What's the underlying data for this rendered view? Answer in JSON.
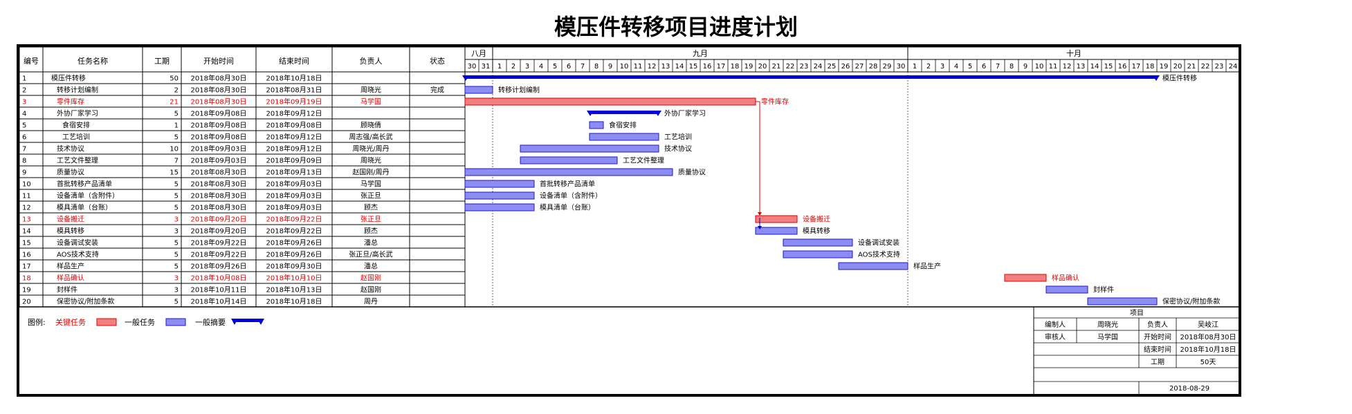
{
  "title": "模压件转移项目进度计划",
  "columns": [
    "编号",
    "任务名称",
    "工期",
    "开始时间",
    "结束时间",
    "负责人",
    "状态"
  ],
  "months": [
    {
      "label": "八月",
      "days": [
        "30",
        "31"
      ]
    },
    {
      "label": "九月",
      "days": [
        "1",
        "2",
        "3",
        "4",
        "5",
        "6",
        "7",
        "8",
        "9",
        "10",
        "11",
        "12",
        "13",
        "14",
        "15",
        "16",
        "17",
        "18",
        "19",
        "20",
        "21",
        "22",
        "23",
        "24",
        "25",
        "26",
        "27",
        "28",
        "29",
        "30"
      ]
    },
    {
      "label": "十月",
      "days": [
        "1",
        "2",
        "3",
        "4",
        "5",
        "6",
        "7",
        "8",
        "9",
        "10",
        "11",
        "12",
        "13",
        "14",
        "15",
        "16",
        "17",
        "18",
        "19",
        "20",
        "21",
        "22",
        "23",
        "24"
      ]
    }
  ],
  "chart_data": {
    "type": "gantt",
    "tasks": [
      {
        "id": "1",
        "name": "模压件转移",
        "duration": "50",
        "start": "2018年08月30日",
        "end": "2018年10月18日",
        "owner": "",
        "status": "",
        "kind": "summary",
        "bar_label": "模压件转移",
        "indent": 0,
        "start_date": "2018-08-30",
        "end_date": "2018-10-18"
      },
      {
        "id": "2",
        "name": "转移计划编制",
        "duration": "2",
        "start": "2018年08月30日",
        "end": "2018年08月31日",
        "owner": "周晓光",
        "status": "完成",
        "kind": "normal",
        "bar_label": "转移计划编制",
        "indent": 1,
        "start_date": "2018-08-30",
        "end_date": "2018-08-31"
      },
      {
        "id": "3",
        "name": "零件库存",
        "duration": "21",
        "start": "2018年08月30日",
        "end": "2018年09月19日",
        "owner": "马学国",
        "status": "",
        "kind": "critical",
        "bar_label": "零件库存",
        "indent": 1,
        "start_date": "2018-08-30",
        "end_date": "2018-09-19"
      },
      {
        "id": "4",
        "name": "外协厂家学习",
        "duration": "5",
        "start": "2018年09月08日",
        "end": "2018年09月12日",
        "owner": "",
        "status": "",
        "kind": "summary",
        "bar_label": "外协厂家学习",
        "indent": 1,
        "start_date": "2018-09-08",
        "end_date": "2018-09-12"
      },
      {
        "id": "5",
        "name": "食宿安排",
        "duration": "1",
        "start": "2018年09月08日",
        "end": "2018年09月08日",
        "owner": "顾晓倩",
        "status": "",
        "kind": "normal",
        "bar_label": "食宿安排",
        "indent": 2,
        "start_date": "2018-09-08",
        "end_date": "2018-09-08"
      },
      {
        "id": "6",
        "name": "工艺培训",
        "duration": "5",
        "start": "2018年09月08日",
        "end": "2018年09月12日",
        "owner": "周志强/高长武",
        "status": "",
        "kind": "normal",
        "bar_label": "工艺培训",
        "indent": 2,
        "start_date": "2018-09-08",
        "end_date": "2018-09-12"
      },
      {
        "id": "7",
        "name": "技术协议",
        "duration": "10",
        "start": "2018年09月03日",
        "end": "2018年09月12日",
        "owner": "周晓光/周丹",
        "status": "",
        "kind": "normal",
        "bar_label": "技术协议",
        "indent": 1,
        "start_date": "2018-09-03",
        "end_date": "2018-09-12"
      },
      {
        "id": "8",
        "name": "工艺文件整理",
        "duration": "7",
        "start": "2018年09月03日",
        "end": "2018年09月09日",
        "owner": "周晓光",
        "status": "",
        "kind": "normal",
        "bar_label": "工艺文件整理",
        "indent": 1,
        "start_date": "2018-09-03",
        "end_date": "2018-09-09"
      },
      {
        "id": "9",
        "name": "质量协议",
        "duration": "15",
        "start": "2018年08月30日",
        "end": "2018年09月13日",
        "owner": "赵国刚/周丹",
        "status": "",
        "kind": "normal",
        "bar_label": "质量协议",
        "indent": 1,
        "start_date": "2018-08-30",
        "end_date": "2018-09-13"
      },
      {
        "id": "10",
        "name": "首批转移产品清单",
        "duration": "5",
        "start": "2018年08月30日",
        "end": "2018年09月03日",
        "owner": "马学国",
        "status": "",
        "kind": "normal",
        "bar_label": "首批转移产品清单",
        "indent": 1,
        "start_date": "2018-08-30",
        "end_date": "2018-09-03"
      },
      {
        "id": "11",
        "name": "设备清单（含附件）",
        "duration": "5",
        "start": "2018年08月30日",
        "end": "2018年09月03日",
        "owner": "张正旦",
        "status": "",
        "kind": "normal",
        "bar_label": "设备清单（含附件）",
        "indent": 1,
        "start_date": "2018-08-30",
        "end_date": "2018-09-03"
      },
      {
        "id": "12",
        "name": "模具清单（台账）",
        "duration": "5",
        "start": "2018年08月30日",
        "end": "2018年09月03日",
        "owner": "顾杰",
        "status": "",
        "kind": "normal",
        "bar_label": "模具清单（台账）",
        "indent": 1,
        "start_date": "2018-08-30",
        "end_date": "2018-09-03"
      },
      {
        "id": "13",
        "name": "设备搬迁",
        "duration": "3",
        "start": "2018年09月20日",
        "end": "2018年09月22日",
        "owner": "张正旦",
        "status": "",
        "kind": "critical",
        "bar_label": "设备搬迁",
        "indent": 1,
        "start_date": "2018-09-20",
        "end_date": "2018-09-22"
      },
      {
        "id": "14",
        "name": "模具转移",
        "duration": "3",
        "start": "2018年09月20日",
        "end": "2018年09月22日",
        "owner": "顾杰",
        "status": "",
        "kind": "normal",
        "bar_label": "模具转移",
        "indent": 1,
        "start_date": "2018-09-20",
        "end_date": "2018-09-22"
      },
      {
        "id": "15",
        "name": "设备调试安装",
        "duration": "5",
        "start": "2018年09月22日",
        "end": "2018年09月26日",
        "owner": "潘总",
        "status": "",
        "kind": "normal",
        "bar_label": "设备调试安装",
        "indent": 1,
        "start_date": "2018-09-22",
        "end_date": "2018-09-26"
      },
      {
        "id": "16",
        "name": "AOS技术支持",
        "duration": "5",
        "start": "2018年09月22日",
        "end": "2018年09月26日",
        "owner": "张正旦/高长武",
        "status": "",
        "kind": "normal",
        "bar_label": "AOS技术支持",
        "indent": 1,
        "start_date": "2018-09-22",
        "end_date": "2018-09-26"
      },
      {
        "id": "17",
        "name": "样品生产",
        "duration": "5",
        "start": "2018年09月26日",
        "end": "2018年09月30日",
        "owner": "潘总",
        "status": "",
        "kind": "normal",
        "bar_label": "样品生产",
        "indent": 1,
        "start_date": "2018-09-26",
        "end_date": "2018-09-30"
      },
      {
        "id": "18",
        "name": "样品确认",
        "duration": "3",
        "start": "2018年10月08日",
        "end": "2018年10月10日",
        "owner": "赵国刚",
        "status": "",
        "kind": "critical",
        "bar_label": "样品确认",
        "indent": 1,
        "start_date": "2018-10-08",
        "end_date": "2018-10-10"
      },
      {
        "id": "19",
        "name": "封样件",
        "duration": "3",
        "start": "2018年10月11日",
        "end": "2018年10月13日",
        "owner": "赵国刚",
        "status": "",
        "kind": "normal",
        "bar_label": "封样件",
        "indent": 1,
        "start_date": "2018-10-11",
        "end_date": "2018-10-13"
      },
      {
        "id": "20",
        "name": "保密协议/附加条款",
        "duration": "5",
        "start": "2018年10月14日",
        "end": "2018年10月18日",
        "owner": "周丹",
        "status": "",
        "kind": "normal",
        "bar_label": "保密协议/附加条款",
        "indent": 1,
        "start_date": "2018-10-14",
        "end_date": "2018-10-18"
      }
    ],
    "dependency": {
      "from": "3",
      "to": "13"
    }
  },
  "legend": {
    "prefix": "图例:",
    "critical": "关键任务",
    "normal": "一般任务",
    "summary": "一般摘要"
  },
  "info": {
    "header": "项目",
    "editor_label": "编制人",
    "editor": "周晓光",
    "owner_label": "负责人",
    "owner": "吴岐江",
    "reviewer_label": "审核人",
    "reviewer": "马学国",
    "start_label": "开始时间",
    "start": "2018年08月30日",
    "end_label": "结束时间",
    "end": "2018年10月18日",
    "duration_label": "工期",
    "duration": "50天",
    "date": "2018-08-29"
  },
  "colors": {
    "critical_fill": "#f08080",
    "critical_stroke": "#e00000",
    "critical_text": "#e00000",
    "normal_fill": "#8c8cf2",
    "normal_stroke": "#1a1acc",
    "summary": "#0000dd",
    "grid": "#c8c8c8",
    "dashed": "#666666"
  }
}
